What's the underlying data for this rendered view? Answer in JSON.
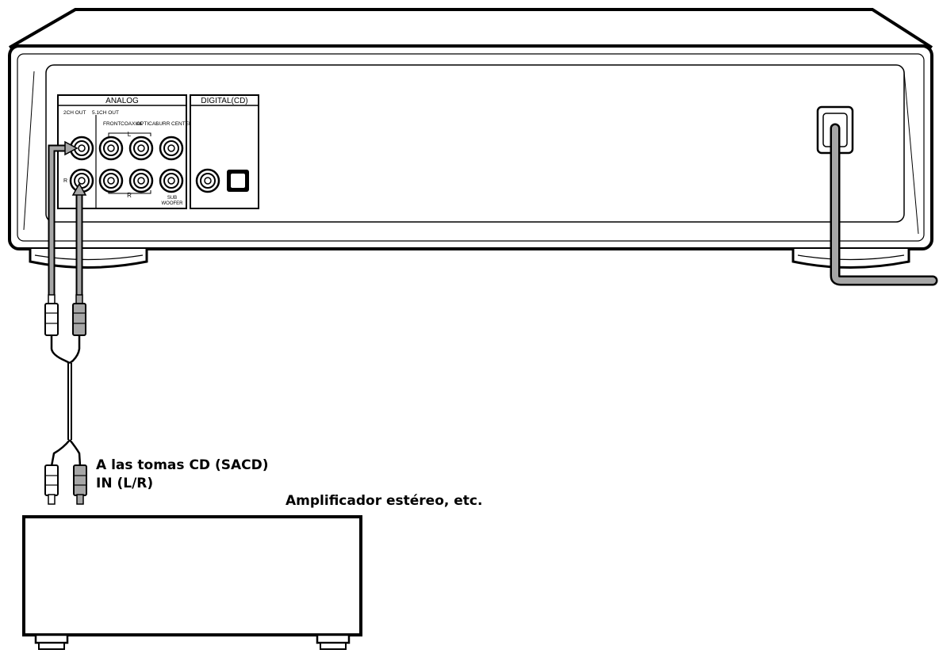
{
  "player": {
    "analog_label": "ANALOG",
    "digital_label": "DIGITAL(CD)",
    "out_2ch": "2CH OUT",
    "out_51ch": "5.1CH OUT",
    "out_front": "FRONT",
    "out_surr": "SURR",
    "out_center": "CENTER",
    "coaxial": "COAXIAL",
    "optical": "OPTICAL",
    "ch_l": "L",
    "ch_r": "R",
    "sub": "SUB",
    "woofer": "WOOFER"
  },
  "callouts": {
    "jack_line1": "A las tomas CD (SACD)",
    "jack_line2": "IN (L/R)",
    "amplifier": "Amplificador estéreo, etc."
  }
}
